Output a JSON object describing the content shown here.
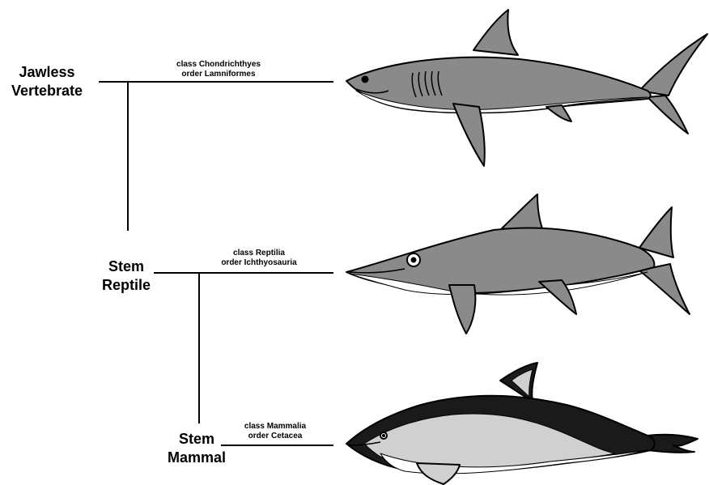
{
  "nodes": {
    "root": {
      "line1": "Jawless",
      "line2": "Vertebrate"
    },
    "reptile": {
      "line1": "Stem",
      "line2": "Reptile"
    },
    "mammal": {
      "line1": "Stem",
      "line2": "Mammal"
    }
  },
  "taxa": [
    {
      "class": "class Chondrichthyes",
      "order": "order Lamniformes",
      "animal": "shark"
    },
    {
      "class": "class Reptilia",
      "order": "order Ichthyosauria",
      "animal": "ichthyosaur"
    },
    {
      "class": "class Mammalia",
      "order": "order Cetacea",
      "animal": "dolphin"
    }
  ],
  "colors": {
    "line": "#000000",
    "body_gray": "#8a8a8a",
    "belly": "#ffffff",
    "dolphin_dark": "#1a1a1a",
    "dolphin_light": "#d0d0d0"
  }
}
